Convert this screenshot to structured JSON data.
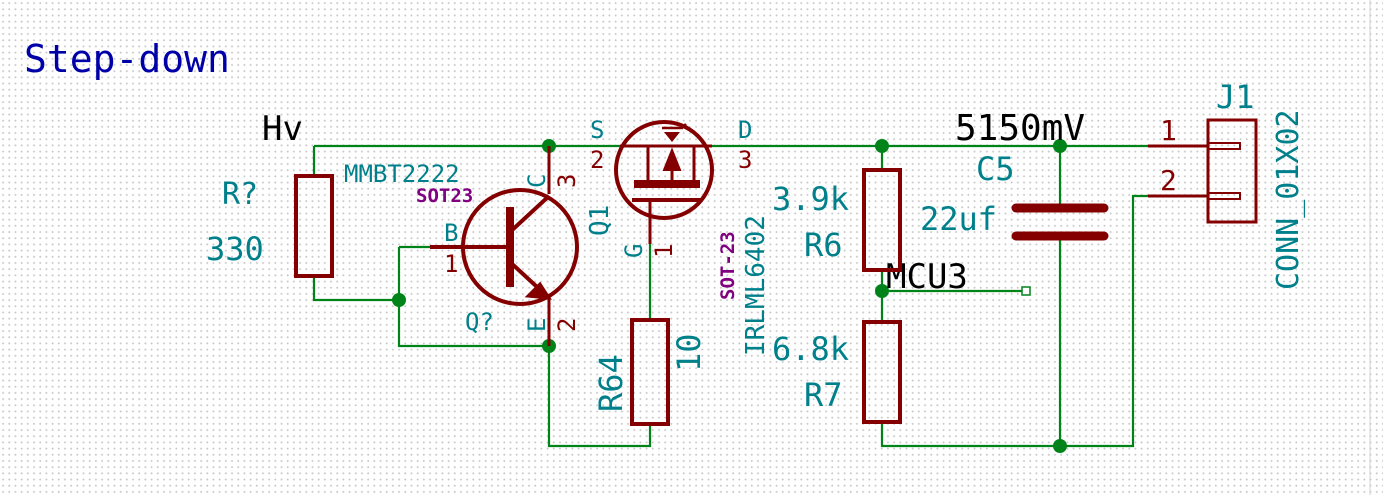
{
  "title": "Step-down",
  "nets": {
    "hv": "Hv",
    "mcu": "MCU3",
    "probe_reading": "5150mV"
  },
  "r_top": {
    "ref": "R?",
    "value": "330"
  },
  "q_bjt": {
    "ref": "Q?",
    "value": "MMBT2222",
    "footprint": "SOT23",
    "pins": {
      "b": "B",
      "c": "C",
      "e": "E",
      "b_num": "1",
      "c_num": "3",
      "e_num": "2"
    }
  },
  "q_fet": {
    "ref": "Q1",
    "value": "IRLML6402",
    "footprint": "SOT-23",
    "pins": {
      "s": "S",
      "d": "D",
      "g": "G",
      "s_num": "2",
      "d_num": "3",
      "g_num": "1"
    }
  },
  "r64": {
    "ref": "R64",
    "value": "10"
  },
  "r6": {
    "ref": "R6",
    "value": "3.9k"
  },
  "r7": {
    "ref": "R7",
    "value": "6.8k"
  },
  "c5": {
    "ref": "C5",
    "value": "22uf"
  },
  "j1": {
    "ref": "J1",
    "value": "CONN_01X02",
    "pin1": "1",
    "pin2": "2"
  },
  "colors": {
    "wire": "#00841a",
    "component": "#840000",
    "reference_text": "#00808b",
    "footprint_text": "#800080",
    "title_text": "#0000a8"
  }
}
